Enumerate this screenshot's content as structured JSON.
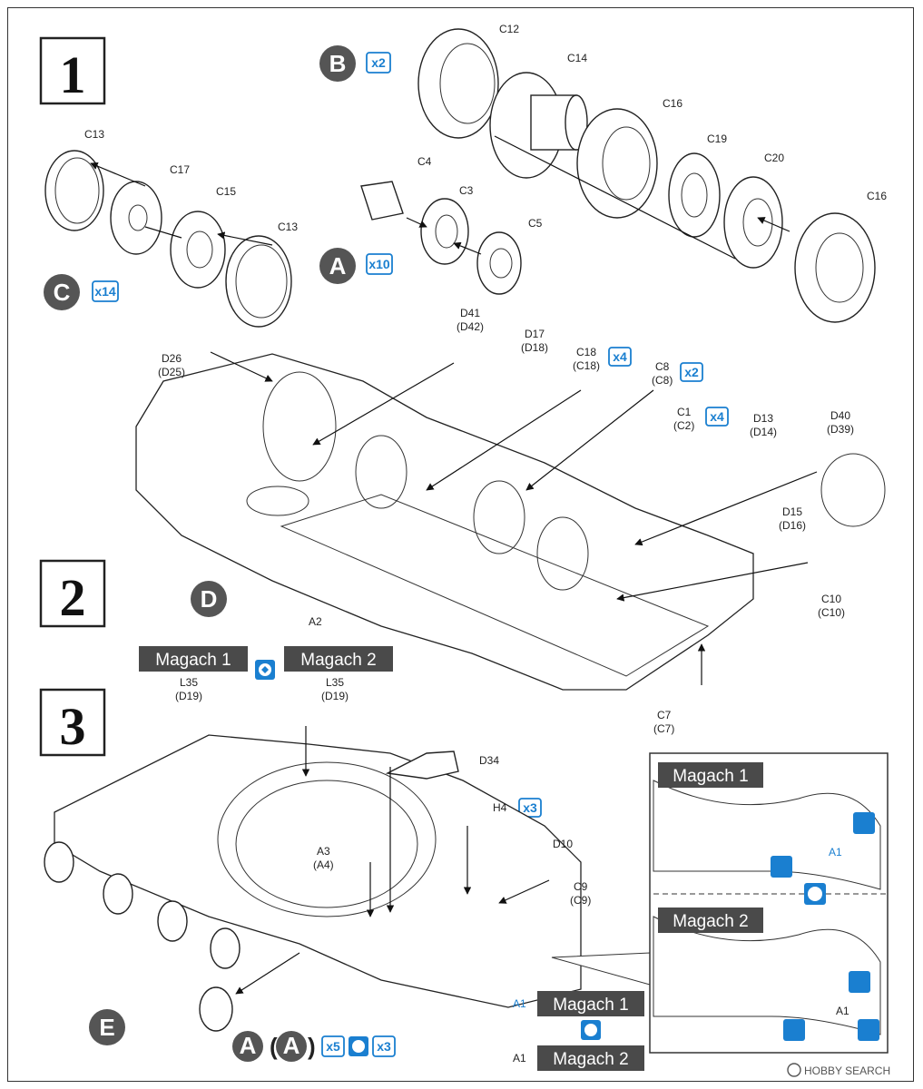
{
  "steps": {
    "s1": "1",
    "s2": "2",
    "s3": "3"
  },
  "sub_circles": {
    "B": "B",
    "A": "A",
    "C": "C",
    "D": "D",
    "E": "E",
    "A_bottom": "A"
  },
  "bottom_paren": {
    "open": "(",
    "letter": "A",
    "close": ")"
  },
  "multipliers": {
    "b_x2": "x2",
    "a_x10": "x10",
    "c_x14": "x14",
    "c18_x4": "x4",
    "c8_x2": "x2",
    "c1_x4": "x4",
    "h4_x3": "x3",
    "bottom_x5": "x5",
    "bottom_x3": "x3"
  },
  "parts_step1": {
    "c12": "C12",
    "c14": "C14",
    "c16a": "C16",
    "c19": "C19",
    "c20": "C20",
    "c16b": "C16",
    "c4": "C4",
    "c3": "C3",
    "c5": "C5",
    "c13a": "C13",
    "c17": "C17",
    "c15": "C15",
    "c13b": "C13"
  },
  "parts_step2": {
    "d26": "D26",
    "d25": "(D25)",
    "d41": "D41",
    "d42": "(D42)",
    "d17": "D17",
    "d18": "(D18)",
    "c18": "C18",
    "c18b": "(C18)",
    "c8": "C8",
    "c8b": "(C8)",
    "c1": "C1",
    "c2": "(C2)",
    "d13": "D13",
    "d14": "(D14)",
    "d40": "D40",
    "d39": "(D39)",
    "d15": "D15",
    "d16": "(D16)",
    "c10": "C10",
    "c10b": "(C10)",
    "a2": "A2",
    "c7": "C7",
    "c7b": "(C7)"
  },
  "parts_step3": {
    "l35a": "L35",
    "d19a": "(D19)",
    "l35b": "L35",
    "d19b": "(D19)",
    "d34": "D34",
    "h4": "H4",
    "a3": "A3",
    "a4": "(A4)",
    "d10": "D10",
    "c9": "C9",
    "c9b": "(C9)",
    "a1_blue": "A1",
    "a1_black": "A1"
  },
  "banners": {
    "magach1": "Magach 1",
    "magach2": "Magach 2",
    "inset_magach1": "Magach 1",
    "inset_magach2": "Magach 2",
    "bottom_magach1": "Magach 1",
    "bottom_magach2": "Magach 2"
  },
  "inset_labels": {
    "a1_top": "A1",
    "a1_bottom": "A1"
  },
  "watermark": "HOBBY SEARCH",
  "colors": {
    "blue": "#1a7fd0",
    "banner": "#4a4a4a",
    "circle": "#555555"
  }
}
